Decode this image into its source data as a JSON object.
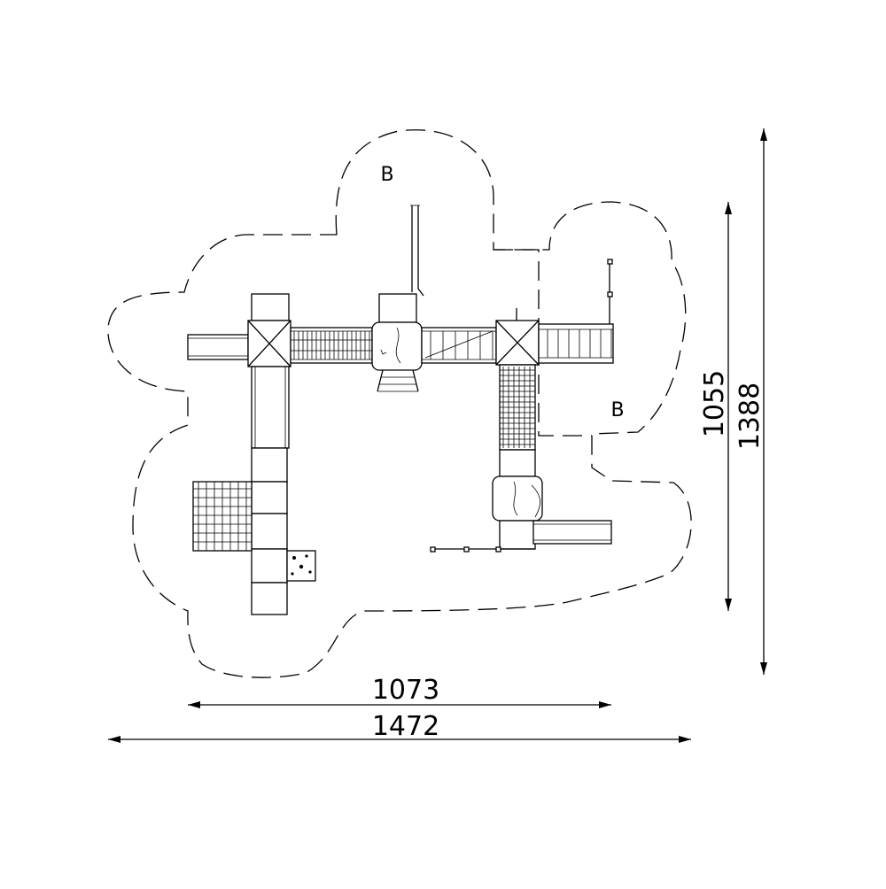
{
  "zones": [
    {
      "label": "B"
    },
    {
      "label": "B"
    }
  ],
  "dimensions": {
    "width_inner": "1073",
    "width_outer": "1472",
    "height_inner": "1055",
    "height_outer": "1388"
  }
}
